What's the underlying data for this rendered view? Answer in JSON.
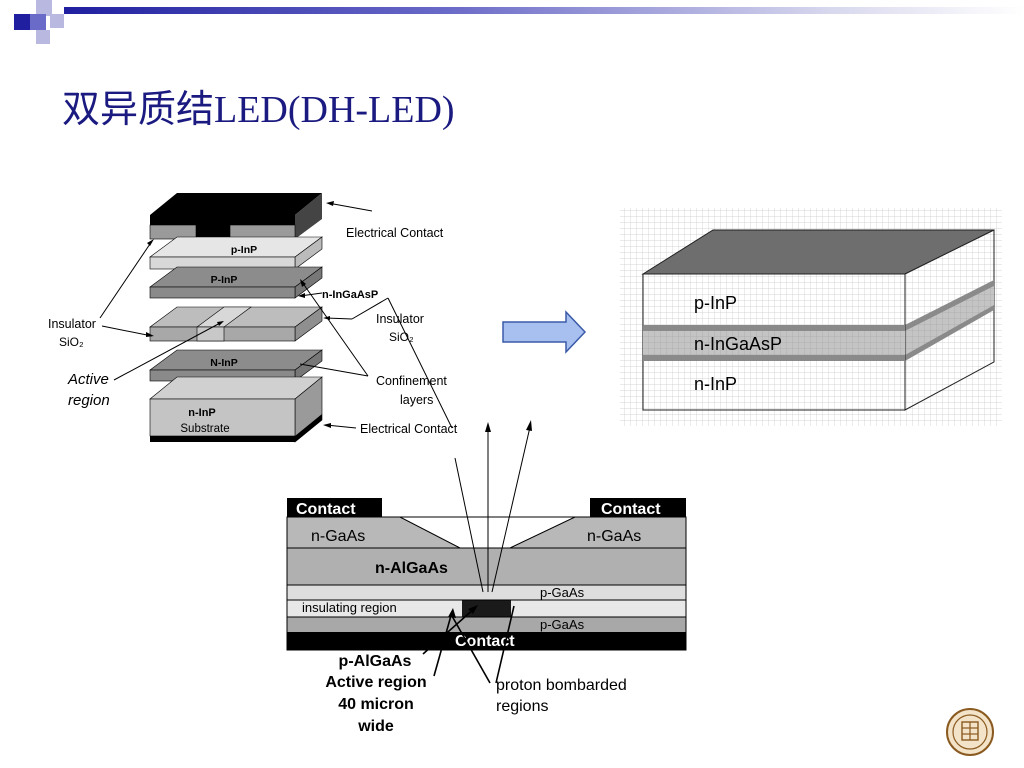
{
  "slide": {
    "title": "双异质结LED(DH-LED)"
  },
  "exploded_view": {
    "layers": {
      "p_inp": "p-InP",
      "P_inp": "P-InP",
      "N_inp": "N-InP",
      "substrate_material": "n-InP",
      "substrate_word": "Substrate"
    },
    "labels": {
      "electrical_contact_top": "Electrical Contact",
      "n_ingaasp": "n-InGaAsP",
      "insulator_left_1": "Insulator",
      "insulator_left_2": "SiO₂",
      "insulator_right_1": "Insulator",
      "insulator_right_2": "SiO₂",
      "active_1": "Active",
      "active_2": "region",
      "confinement_1": "Confinement",
      "confinement_2": "layers",
      "electrical_contact_bottom": "Electrical Contact"
    }
  },
  "block_view": {
    "layers": [
      "p-InP",
      "n-InGaAsP",
      "n-InP"
    ]
  },
  "cross_section": {
    "contact_left": "Contact",
    "contact_right": "Contact",
    "n_gaas_left": "n-GaAs",
    "n_gaas_right": "n-GaAs",
    "n_algaas": "n-AlGaAs",
    "p_gaas_upper": "p-GaAs",
    "insulating": "insulating region",
    "p_gaas_lower": "p-GaAs",
    "contact_bottom": "Contact",
    "legend_left": [
      "p-AlGaAs",
      "Active region",
      "40 micron",
      "wide"
    ],
    "legend_right": [
      "proton bombarded",
      "regions"
    ]
  },
  "colors": {
    "title": "#1a1a80",
    "arrow_fill": "#a8c0f0",
    "arrow_stroke": "#3a5aa8"
  }
}
